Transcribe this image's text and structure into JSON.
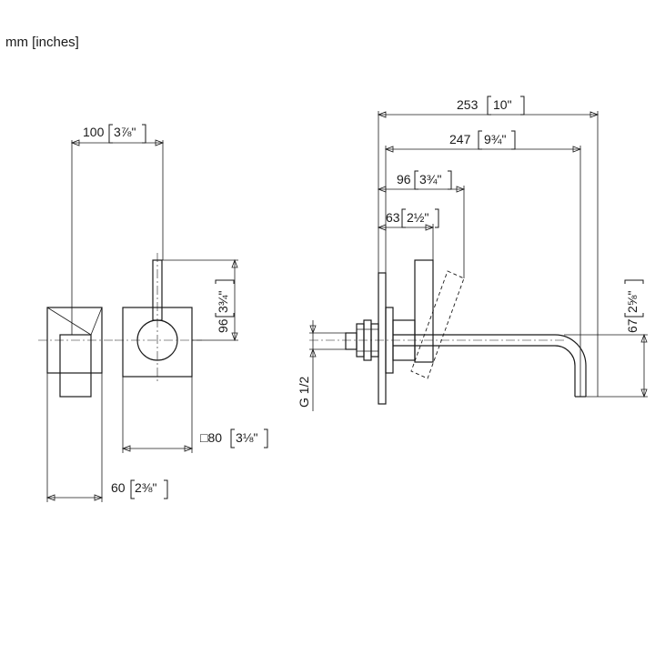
{
  "units_label": "mm [inches]",
  "dimensions": {
    "front_width": "100",
    "front_width_in": "3⅞\"",
    "side_depth": "60",
    "side_depth_in": "2⅜\"",
    "plate": "□80",
    "plate_in": "3⅛\"",
    "lever_height": "96",
    "lever_height_in": "3¾\"",
    "total_length": "253",
    "total_length_in": "10\"",
    "spout_length": "247",
    "spout_length_in": "9¾\"",
    "lever_reach": "96",
    "lever_reach_in": "3¾\"",
    "lever_offset": "63",
    "lever_offset_in": "2½\"",
    "spout_height": "67",
    "spout_height_in": "2⅝\"",
    "thread": "G 1/2"
  }
}
